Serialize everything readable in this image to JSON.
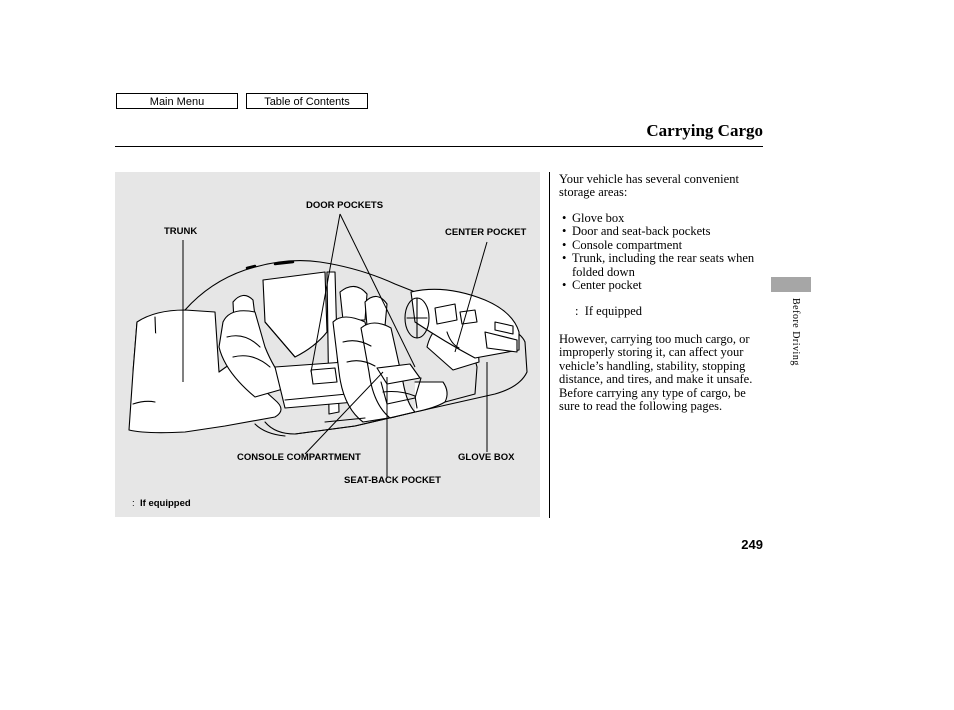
{
  "nav": {
    "main_menu": "Main Menu",
    "table_of_contents": "Table of Contents"
  },
  "title": "Carrying Cargo",
  "figure": {
    "labels": {
      "door_pockets": "DOOR POCKETS",
      "trunk": "TRUNK",
      "center_pocket": "CENTER POCKET",
      "console_compartment": "CONSOLE COMPARTMENT",
      "glove_box": "GLOVE BOX",
      "seat_back_pocket": "SEAT-BACK POCKET"
    },
    "footnote": "If equipped",
    "footnote_marker": ":"
  },
  "body": {
    "intro": "Your vehicle has several convenient storage areas:",
    "storage_items": [
      "Glove box",
      "Door and seat-back pockets",
      "Console compartment",
      "Trunk, including the rear seats when folded down",
      "Center pocket"
    ],
    "if_equipped_marker": ":",
    "if_equipped": "If equipped",
    "warning": "However, carrying too much cargo, or improperly storing it, can affect your vehicle’s handling, stability, stopping distance, and tires, and make it unsafe. Before carrying any type of cargo, be sure to read the following pages."
  },
  "side_tab_label": "Before Driving",
  "page_number": "249",
  "colors": {
    "figure_background": "#e6e6e6",
    "side_tab": "#a6a6a6"
  }
}
